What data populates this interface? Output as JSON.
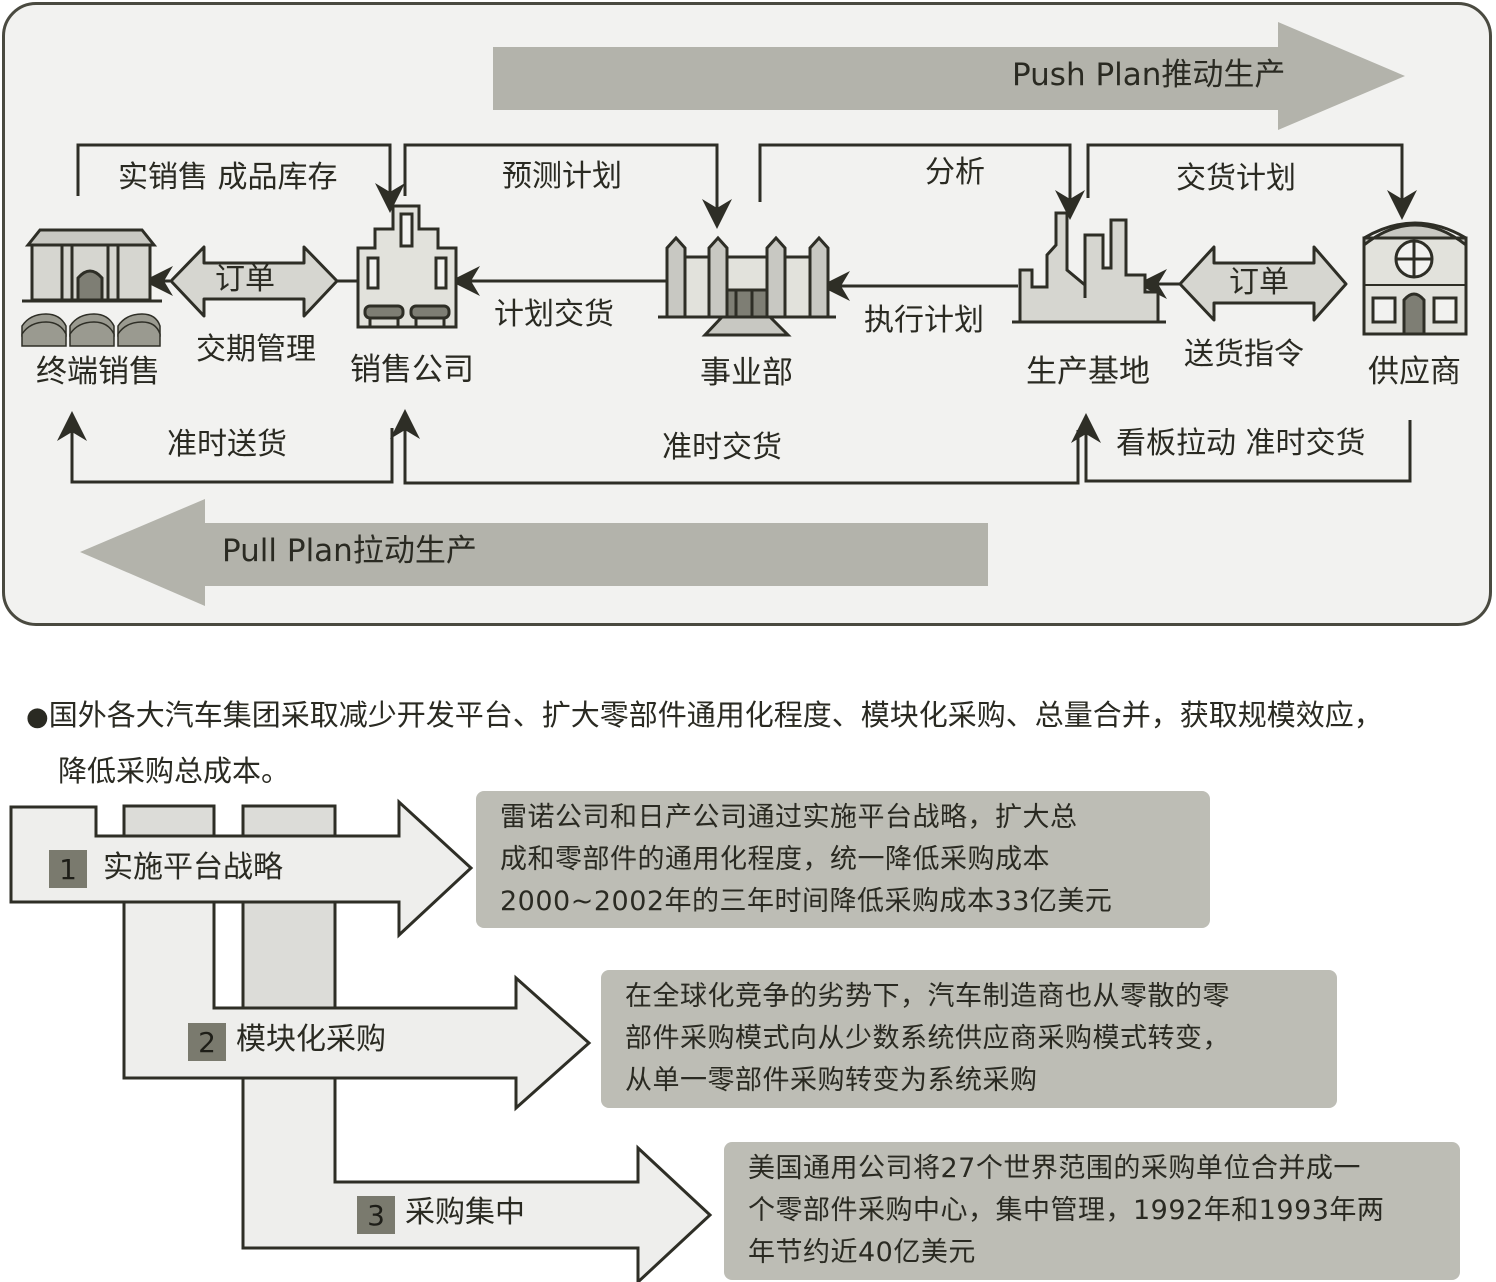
{
  "diagram": {
    "push_plan": "Push Plan推动生产",
    "pull_plan": "Pull Plan拉动生产",
    "nodes": [
      {
        "id": "retail",
        "label": "终端销售",
        "icon": "showroom-with-cars-icon"
      },
      {
        "id": "sales",
        "label": "销售公司",
        "icon": "sales-office-building-icon"
      },
      {
        "id": "division",
        "label": "事业部",
        "icon": "division-headquarters-icon"
      },
      {
        "id": "plant",
        "label": "生产基地",
        "icon": "factory-icon"
      },
      {
        "id": "supplier",
        "label": "供应商",
        "icon": "supplier-house-icon"
      }
    ],
    "top_flows": [
      {
        "label": "实销售 成品库存",
        "from": "终端销售",
        "to": "销售公司"
      },
      {
        "label": "预测计划",
        "from": "销售公司",
        "to": "事业部"
      },
      {
        "label": "分析",
        "from": "事业部",
        "to": "生产基地"
      },
      {
        "label": "交货计划",
        "from": "生产基地",
        "to": "供应商"
      }
    ],
    "middle_flows": [
      {
        "label": "订单",
        "sub_label": "交期管理",
        "between": [
          "终端销售",
          "销售公司"
        ]
      },
      {
        "label": "计划交货",
        "from": "事业部",
        "to": "销售公司"
      },
      {
        "label": "执行计划",
        "from": "生产基地",
        "to": "事业部"
      },
      {
        "label": "订单",
        "sub_label": "送货指令",
        "between": [
          "生产基地",
          "供应商"
        ]
      }
    ],
    "bottom_flows": [
      {
        "label": "准时送货",
        "from": "销售公司",
        "to": "终端销售"
      },
      {
        "label": "准时交货",
        "from": "生产基地",
        "to": "销售公司"
      },
      {
        "label": "看板拉动 准时交货",
        "from": "供应商",
        "to": "生产基地"
      }
    ]
  },
  "bullet": {
    "marker": "●",
    "line1": "国外各大汽车集团采取减少开发平台、扩大零部件通用化程度、模块化采购、总量合并，获取规模效应，",
    "line2": "降低采购总成本。"
  },
  "steps": [
    {
      "number": "1",
      "title": "实施平台战略",
      "description": [
        "雷诺公司和日产公司通过实施平台战略，扩大总",
        "成和零部件的通用化程度，统一降低采购成本",
        "2000~2002年的三年时间降低采购成本33亿美元"
      ]
    },
    {
      "number": "2",
      "title": "模块化采购",
      "description": [
        "在全球化竞争的劣势下，汽车制造商也从零散的零",
        "部件采购模式向从少数系统供应商采购模式转变，",
        "从单一零部件采购转变为系统采购"
      ]
    },
    {
      "number": "3",
      "title": "采购集中",
      "description": [
        "美国通用公司将27个世界范围的采购单位合并成一",
        "个零部件采购中心，集中管理，1992年和1993年两",
        "年节约近40亿美元"
      ]
    }
  ],
  "colors": {
    "panel_bg": "#f2f2f0",
    "big_arrow": "#b3b3ab",
    "line": "#2e2e26",
    "icon_fill": "#d6d6d0",
    "icon_dark": "#7e7e74",
    "box_bg": "#bdbdb5",
    "step_arrow": "#eeeeec",
    "step_arrow_shadow": "#dcdcd8"
  }
}
